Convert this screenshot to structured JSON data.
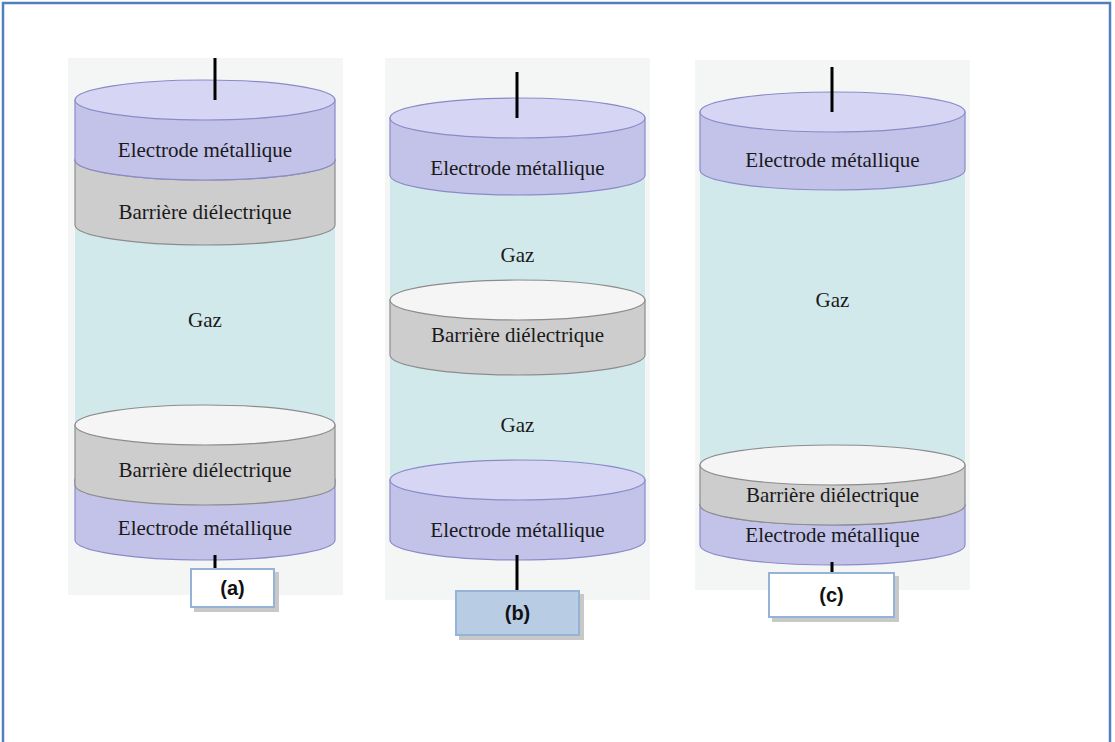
{
  "diagram": {
    "nodes": [
      {
        "text": [
          "Electrode métallique"
        ]
      },
      {
        "text": [
          "Barrière diélectrique"
        ]
      },
      {
        "text": [
          "Gaz"
        ]
      },
      {
        "text": [
          "Barrière diélectrique"
        ]
      },
      {
        "text": [
          "Electrode métallique"
        ]
      },
      {
        "text": [
          "(a)"
        ]
      },
      {
        "text": [
          "Electrode métallique"
        ]
      },
      {
        "text": [
          "Gaz"
        ]
      },
      {
        "text": [
          "Barrière diélectrique"
        ]
      },
      {
        "text": [
          "Gaz"
        ]
      },
      {
        "text": [
          "Electrode métallique"
        ]
      },
      {
        "text": [
          "(b)"
        ]
      },
      {
        "text": [
          "Electrode métallique"
        ]
      },
      {
        "text": [
          "Gaz"
        ]
      },
      {
        "text": [
          "Barrière diélectrique"
        ]
      },
      {
        "text": [
          "Electrode métallique"
        ]
      },
      {
        "text": [
          "(c)"
        ]
      }
    ]
  }
}
